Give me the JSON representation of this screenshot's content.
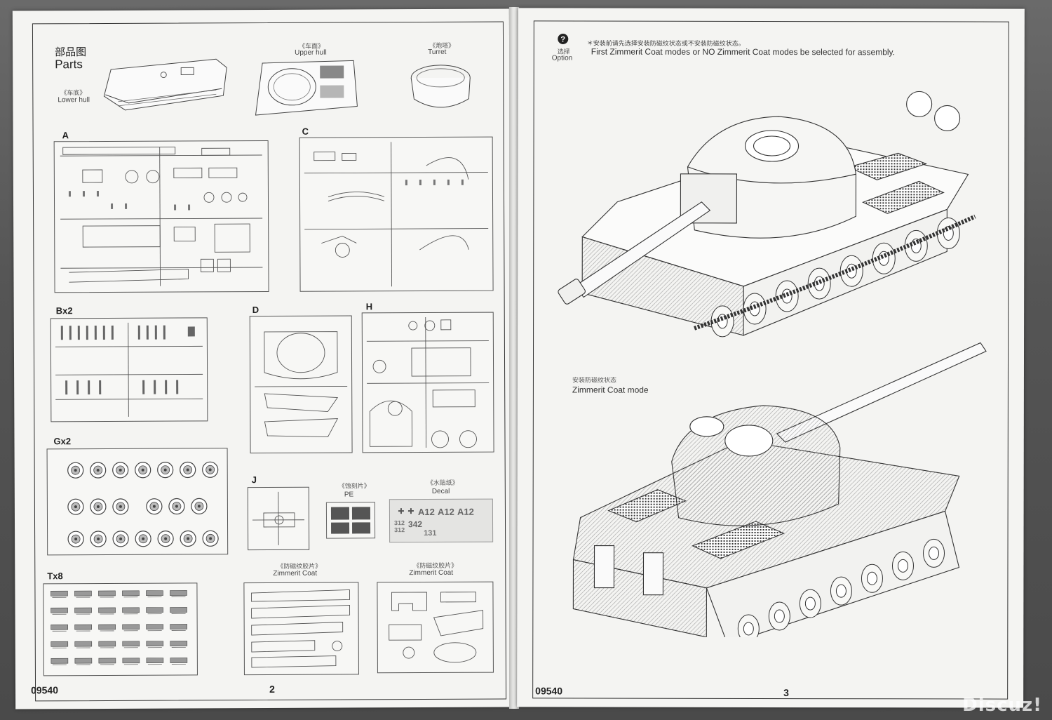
{
  "left_page": {
    "parts_title_cn": "部品图",
    "parts_title_en": "Parts",
    "lower_hull_cn": "《车底》",
    "lower_hull_en": "Lower hull",
    "upper_hull_cn": "《车面》",
    "upper_hull_en": "Upper hull",
    "turret_cn": "《炮塔》",
    "turret_en": "Turret",
    "sprue_a": "A",
    "sprue_c": "C",
    "sprue_b": "Bx2",
    "sprue_d": "D",
    "sprue_h": "H",
    "sprue_g": "Gx2",
    "sprue_j": "J",
    "pe_cn": "《蚀刻片》",
    "pe_en": "PE",
    "decal_cn": "《水贴纸》",
    "decal_en": "Decal",
    "decal_numbers": [
      "A12",
      "A12",
      "A12",
      "342",
      "312",
      "312",
      "131"
    ],
    "sprue_t": "Tx8",
    "zimmerit1_cn": "《防磁纹胶片》",
    "zimmerit1_en": "Zimmerit Coat",
    "zimmerit2_cn": "《防磁纹胶片》",
    "zimmerit2_en": "Zimmerit Coat",
    "kit_number": "09540",
    "page_number": "2"
  },
  "right_page": {
    "option_label_cn": "选择",
    "option_label_en": "Option",
    "note_cn": "＊安装前请先选择安装防磁纹状态或不安装防磁纹状态。",
    "note_en": "First Zimmerit Coat modes or NO Zimmerit Coat modes be selected for assembly.",
    "zimmerit_mode_cn": "安装防磁纹状态",
    "zimmerit_mode_en": "Zimmerit Coat mode",
    "kit_number": "09540",
    "page_number": "3"
  },
  "watermark": "Discuz!"
}
